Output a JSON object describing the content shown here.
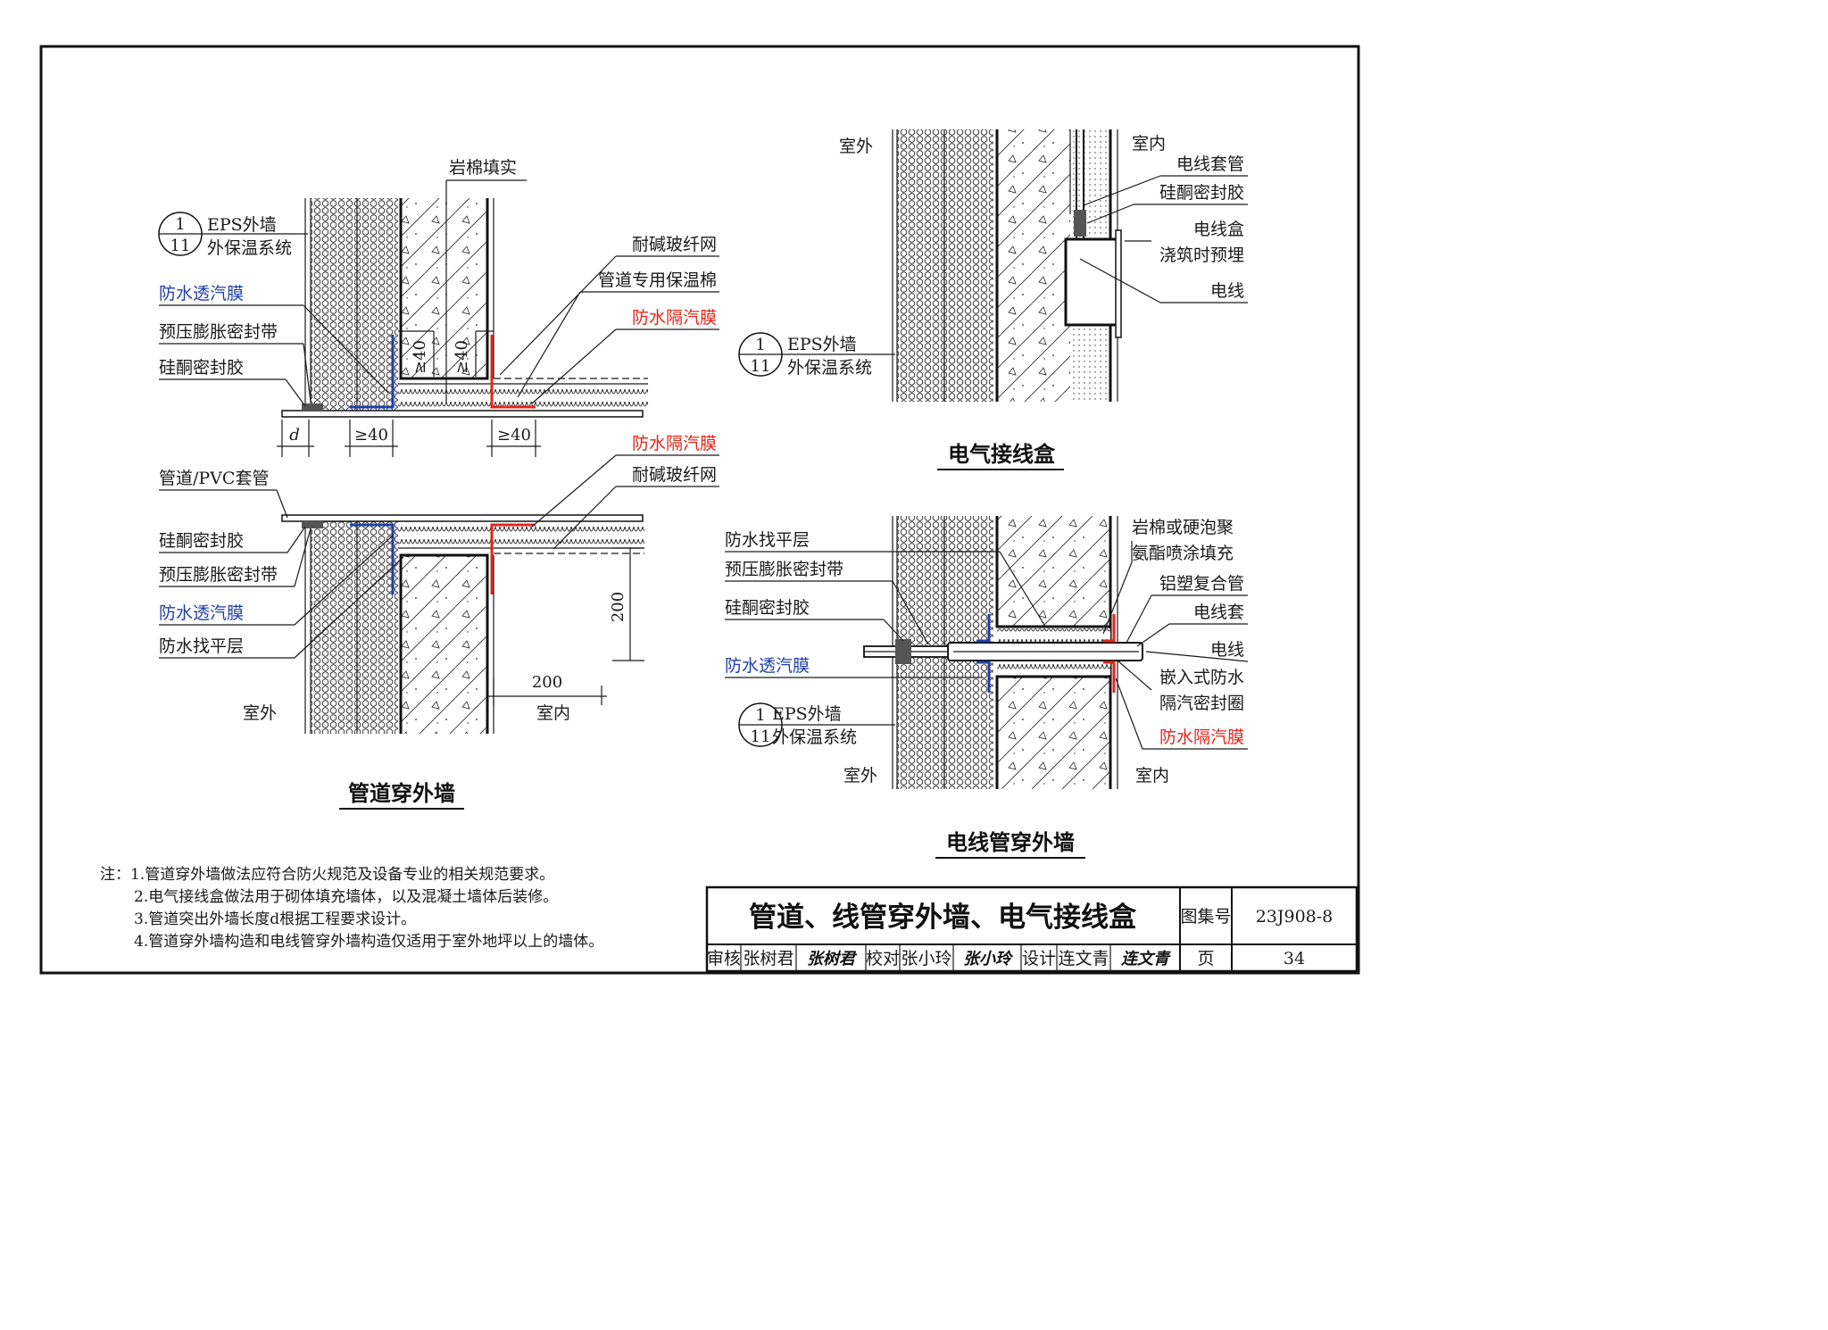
{
  "pipe": {
    "ref_num": "1",
    "ref_den": "11",
    "ref_line1": "EPS外墙",
    "ref_line2": "外保温系统",
    "rockwool_fill": "岩棉填实",
    "breathable_membrane": "防水透汽膜",
    "precompressed_tape": "预压膨胀密封带",
    "silicone_sealant": "硅酮密封胶",
    "alkali_mesh": "耐碱玻纤网",
    "pipe_insulation": "管道专用保温棉",
    "vapor_barrier": "防水隔汽膜",
    "d": "d",
    "ge40": "≥40",
    "ge40_b": "≥40",
    "ge40_v1": "≥40",
    "ge40_v2": "≥40",
    "vapor_barrier_b": "防水隔汽膜",
    "alkali_mesh_b": "耐碱玻纤网",
    "pipe_sleeve": "管道/PVC套管",
    "silicone_sealant_b": "硅酮密封胶",
    "precompressed_tape_b": "预压膨胀密封带",
    "breathable_membrane_b": "防水透汽膜",
    "leveling_layer": "防水找平层",
    "dim200_v": "200",
    "dim200_h": "200",
    "outdoor": "室外",
    "indoor": "室内",
    "title": "管道穿外墙"
  },
  "box": {
    "outdoor": "室外",
    "indoor": "室内",
    "conduit": "电线套管",
    "sealant": "硅酮密封胶",
    "junction_box": "电线盒",
    "embed": "浇筑时预埋",
    "wire": "电线",
    "ref_num": "1",
    "ref_den": "11",
    "ref_line1": "EPS外墙",
    "ref_line2": "外保温系统",
    "title": "电气接线盒"
  },
  "conduit": {
    "leveling_layer": "防水找平层",
    "precompressed_tape": "预压膨胀密封带",
    "silicone_sealant": "硅酮密封胶",
    "breathable_membrane": "防水透汽膜",
    "ref_num": "1",
    "ref_den": "11",
    "ref_line1": "EPS外墙",
    "ref_line2": "外保温系统",
    "outdoor": "室外",
    "fill_1": "岩棉或硬泡聚",
    "fill_2": "氨酯喷涂填充",
    "al_pipe": "铝塑复合管",
    "wire_sleeve": "电线套",
    "wire": "电线",
    "ring_1": "嵌入式防水",
    "ring_2": "隔汽密封圈",
    "vapor_barrier": "防水隔汽膜",
    "indoor": "室内",
    "title": "电线管穿外墙"
  },
  "notes": {
    "n1": "注：1.管道穿外墙做法应符合防火规范及设备专业的相关规范要求。",
    "n2": "2.电气接线盒做法用于砌体填充墙体，以及混凝土墙体后装修。",
    "n3": "3.管道突出外墙长度d根据工程要求设计。",
    "n4": "4.管道穿外墙构造和电线管穿外墙构造仅适用于室外地坪以上的墙体。"
  },
  "title_block": {
    "main_title": "管道、线管穿外墙、电气接线盒",
    "atlas_label": "图集号",
    "atlas_no": "23J908-8",
    "review_label": "审核",
    "reviewer": "张树君",
    "reviewer_sig": "张树君",
    "check_label": "校对",
    "checker": "张小玲",
    "checker_sig": "张小玲",
    "design_label": "设计",
    "designer": "连文青",
    "designer_sig": "连文青",
    "page_label": "页",
    "page_no": "34"
  },
  "colors": {
    "blue": "#1f3fa8",
    "red": "#e0261b",
    "ink": "#111111"
  }
}
